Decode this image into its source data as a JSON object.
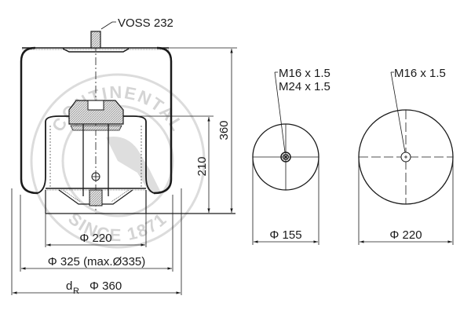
{
  "watermark": {
    "top_text": "CONTINENTAL",
    "bottom_text": "SINCE 1871",
    "color": "#d4d4d4"
  },
  "side_view": {
    "valve_label": "VOSS 232",
    "height_overall": "360",
    "height_piston": "210",
    "dia_piston": "Φ 220",
    "dia_bellow": "Φ 325 (max.Ø335)",
    "dia_rolling_prefix": "d",
    "dia_rolling_sub": "R",
    "dia_rolling": "Φ 360"
  },
  "top_plate_view": {
    "thread_1": "M16 x 1.5",
    "thread_2": "M24 x 1.5",
    "diameter": "Φ 155"
  },
  "bottom_piston_view": {
    "thread": "M16 x 1.5",
    "diameter": "Φ 220"
  },
  "colors": {
    "line": "#1a1a1a",
    "hatch": "#9a9a9a",
    "background": "#ffffff"
  }
}
